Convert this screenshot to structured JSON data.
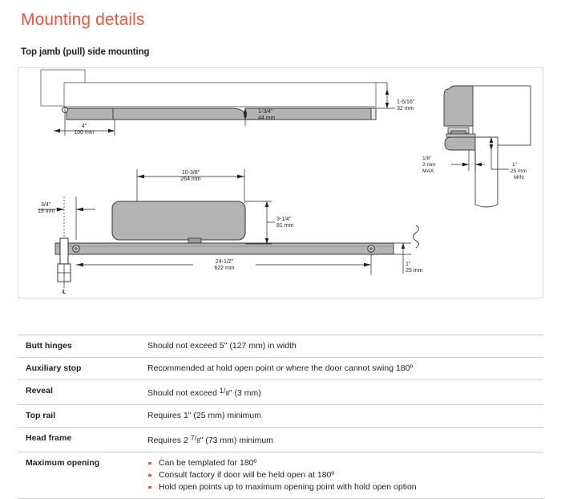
{
  "header": {
    "title": "Mounting details",
    "subtitle": "Top jamb (pull) side mounting",
    "accent_color": "#e8593c"
  },
  "diagram": {
    "name": "top-jamb-pull-side-mounting-drawing",
    "views": [
      {
        "name": "elevation-view",
        "position": "top"
      },
      {
        "name": "plan-view",
        "position": "middle-left"
      },
      {
        "name": "section-detail-view",
        "position": "right"
      }
    ],
    "dimensions": {
      "top_left_in": "4\"",
      "top_left_mm": "100 mm",
      "top_mid_in": "1-3/4\"",
      "top_mid_mm": "44 mm",
      "top_right_in": "1-5/16\"",
      "top_right_mm": "32 mm",
      "mid_width_in": "10-3/8\"",
      "mid_width_mm": "264 mm",
      "mid_height_in": "3-1/4\"",
      "mid_height_mm": "81 mm",
      "mid_left_in": "3/4\"",
      "mid_left_mm": "19 mm",
      "mid_span_in": "24-1/2\"",
      "mid_span_mm": "622 mm",
      "mid_drop_in": "1\"",
      "mid_drop_mm": "25 mm",
      "detail_max_in": "1/8\"",
      "detail_max_mm": "3 mm",
      "detail_max_note": "MAX.",
      "detail_min_in": "1\"",
      "detail_min_mm": "25 mm",
      "detail_min_note": "MIN.",
      "centerline_symbol": "℄"
    },
    "colors": {
      "panel_border": "#d9dadb",
      "part_fill": "#b3b3b3",
      "line": "#231f20"
    }
  },
  "spec_table": {
    "rows": [
      {
        "label": "Butt hinges",
        "value": "Should not exceed 5\" (127 mm) in width",
        "type": "text"
      },
      {
        "label": "Auxiliary stop",
        "value": "Recommended at hold open point or where the door cannot swing 180º",
        "type": "text"
      },
      {
        "label": "Reveal",
        "value_prefix": "Should not exceed ",
        "value_frac_num": "1",
        "value_frac_den": "8",
        "value_suffix": "\" (3 mm)",
        "type": "fraction"
      },
      {
        "label": "Top rail",
        "value": "Requires 1\" (25 mm) minimum",
        "type": "text"
      },
      {
        "label": "Head frame",
        "value_prefix": "Requires 2 ",
        "value_frac_num": "7",
        "value_frac_den": "8",
        "value_suffix": "\" (73 mm) minimum",
        "type": "fraction"
      },
      {
        "label": "Maximum opening",
        "type": "bullets",
        "bullets": [
          "Can be templated for 180º",
          "Consult factory if door will be held open at 180º",
          "Hold open points up to maximum opening point with hold open option"
        ]
      }
    ]
  }
}
